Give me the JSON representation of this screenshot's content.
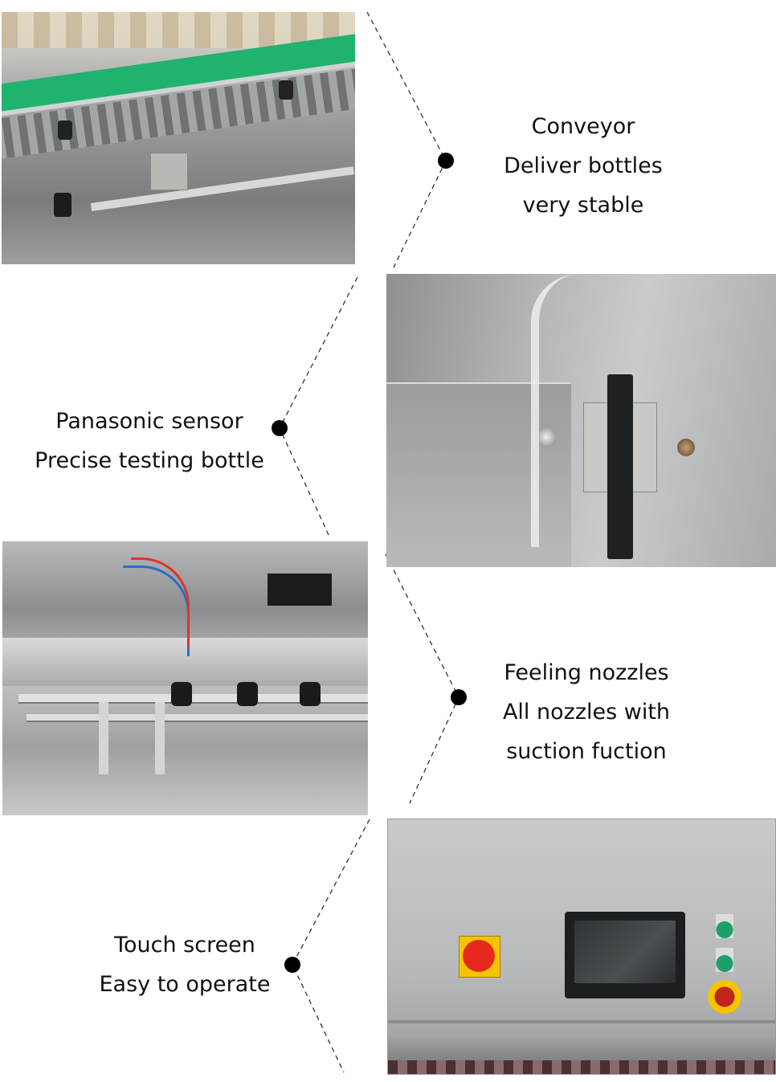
{
  "features": [
    {
      "title": "Conveyor",
      "lines": [
        "Conveyor",
        "Deliver bottles",
        "very stable"
      ],
      "photo": "conveyor-photo"
    },
    {
      "title": "Panasonic sensor",
      "lines": [
        "Panasonic sensor",
        "Precise testing bottle"
      ],
      "photo": "sensor-photo"
    },
    {
      "title": "Feeling nozzles",
      "lines": [
        "Feeling nozzles",
        "All nozzles with",
        "suction fuction"
      ],
      "photo": "nozzles-photo"
    },
    {
      "title": "Touch screen",
      "lines": [
        "Touch screen",
        "Easy to operate"
      ],
      "photo": "touch-screen-photo"
    }
  ],
  "colors": {
    "conveyor_green": "#1fb36f",
    "steel": "#b9bcbd",
    "dot": "#000000",
    "switch_red": "#e8281e",
    "switch_yellow": "#f5c400",
    "button_green": "#1e9e6a"
  }
}
